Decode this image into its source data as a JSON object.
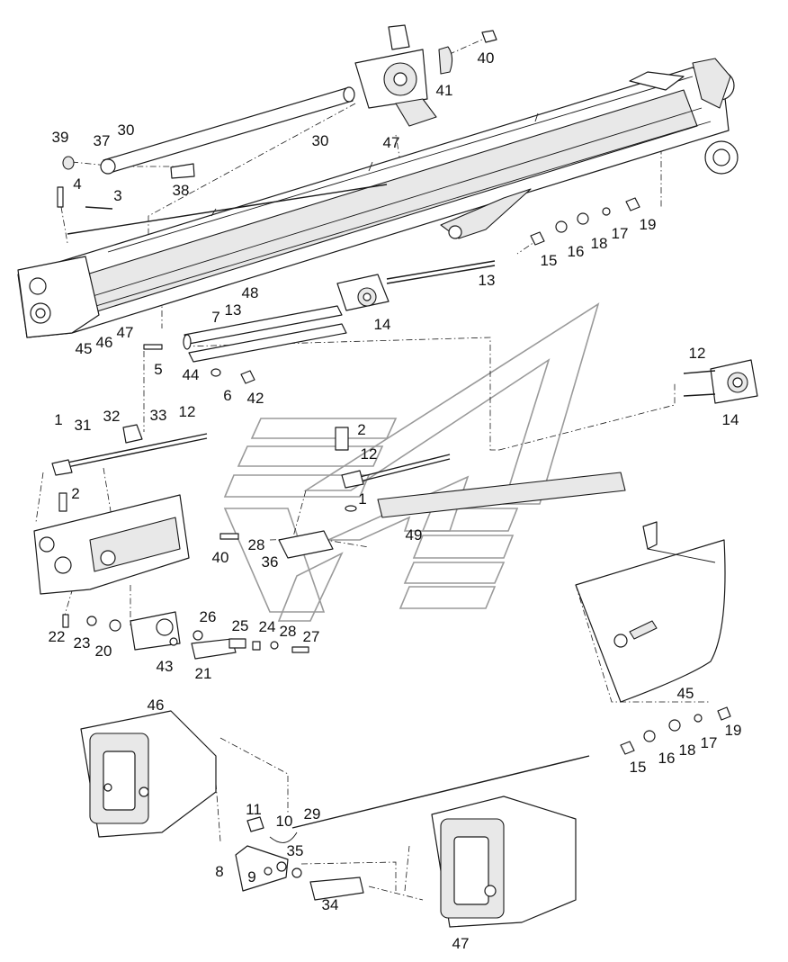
{
  "callouts": [
    {
      "id": "c30a",
      "text": "30"
    },
    {
      "id": "c30b",
      "text": "30"
    },
    {
      "id": "c39",
      "text": "39"
    },
    {
      "id": "c37",
      "text": "37"
    },
    {
      "id": "c38",
      "text": "38"
    },
    {
      "id": "c4",
      "text": "4"
    },
    {
      "id": "c3",
      "text": "3"
    },
    {
      "id": "c40a",
      "text": "40"
    },
    {
      "id": "c41",
      "text": "41"
    },
    {
      "id": "c47a",
      "text": "47"
    },
    {
      "id": "c19a",
      "text": "19"
    },
    {
      "id": "c17a",
      "text": "17"
    },
    {
      "id": "c18a",
      "text": "18"
    },
    {
      "id": "c16a",
      "text": "16"
    },
    {
      "id": "c15a",
      "text": "15"
    },
    {
      "id": "c13a",
      "text": "13"
    },
    {
      "id": "c48",
      "text": "48"
    },
    {
      "id": "c47b",
      "text": "47"
    },
    {
      "id": "c46a",
      "text": "46"
    },
    {
      "id": "c45a",
      "text": "45"
    },
    {
      "id": "c14a",
      "text": "14"
    },
    {
      "id": "c7",
      "text": "7"
    },
    {
      "id": "c13b",
      "text": "13"
    },
    {
      "id": "c5",
      "text": "5"
    },
    {
      "id": "c44",
      "text": "44"
    },
    {
      "id": "c6",
      "text": "6"
    },
    {
      "id": "c42",
      "text": "42"
    },
    {
      "id": "c12a",
      "text": "12"
    },
    {
      "id": "c14b",
      "text": "14"
    },
    {
      "id": "c1a",
      "text": "1"
    },
    {
      "id": "c31",
      "text": "31"
    },
    {
      "id": "c32",
      "text": "32"
    },
    {
      "id": "c33",
      "text": "33"
    },
    {
      "id": "c12b",
      "text": "12"
    },
    {
      "id": "c2a",
      "text": "2"
    },
    {
      "id": "c12c",
      "text": "12"
    },
    {
      "id": "c1b",
      "text": "1"
    },
    {
      "id": "c2b",
      "text": "2"
    },
    {
      "id": "c40b",
      "text": "40"
    },
    {
      "id": "c28a",
      "text": "28"
    },
    {
      "id": "c36",
      "text": "36"
    },
    {
      "id": "c49",
      "text": "49"
    },
    {
      "id": "c22",
      "text": "22"
    },
    {
      "id": "c23",
      "text": "23"
    },
    {
      "id": "c20",
      "text": "20"
    },
    {
      "id": "c26",
      "text": "26"
    },
    {
      "id": "c25",
      "text": "25"
    },
    {
      "id": "c24",
      "text": "24"
    },
    {
      "id": "c28b",
      "text": "28"
    },
    {
      "id": "c27",
      "text": "27"
    },
    {
      "id": "c43",
      "text": "43"
    },
    {
      "id": "c21",
      "text": "21"
    },
    {
      "id": "c45b",
      "text": "45"
    },
    {
      "id": "c46b",
      "text": "46"
    },
    {
      "id": "c19b",
      "text": "19"
    },
    {
      "id": "c17b",
      "text": "17"
    },
    {
      "id": "c18b",
      "text": "18"
    },
    {
      "id": "c16b",
      "text": "16"
    },
    {
      "id": "c15b",
      "text": "15"
    },
    {
      "id": "c11",
      "text": "11"
    },
    {
      "id": "c10",
      "text": "10"
    },
    {
      "id": "c29",
      "text": "29"
    },
    {
      "id": "c35",
      "text": "35"
    },
    {
      "id": "c8",
      "text": "8"
    },
    {
      "id": "c9",
      "text": "9"
    },
    {
      "id": "c34",
      "text": "34"
    },
    {
      "id": "c47c",
      "text": "47"
    }
  ]
}
